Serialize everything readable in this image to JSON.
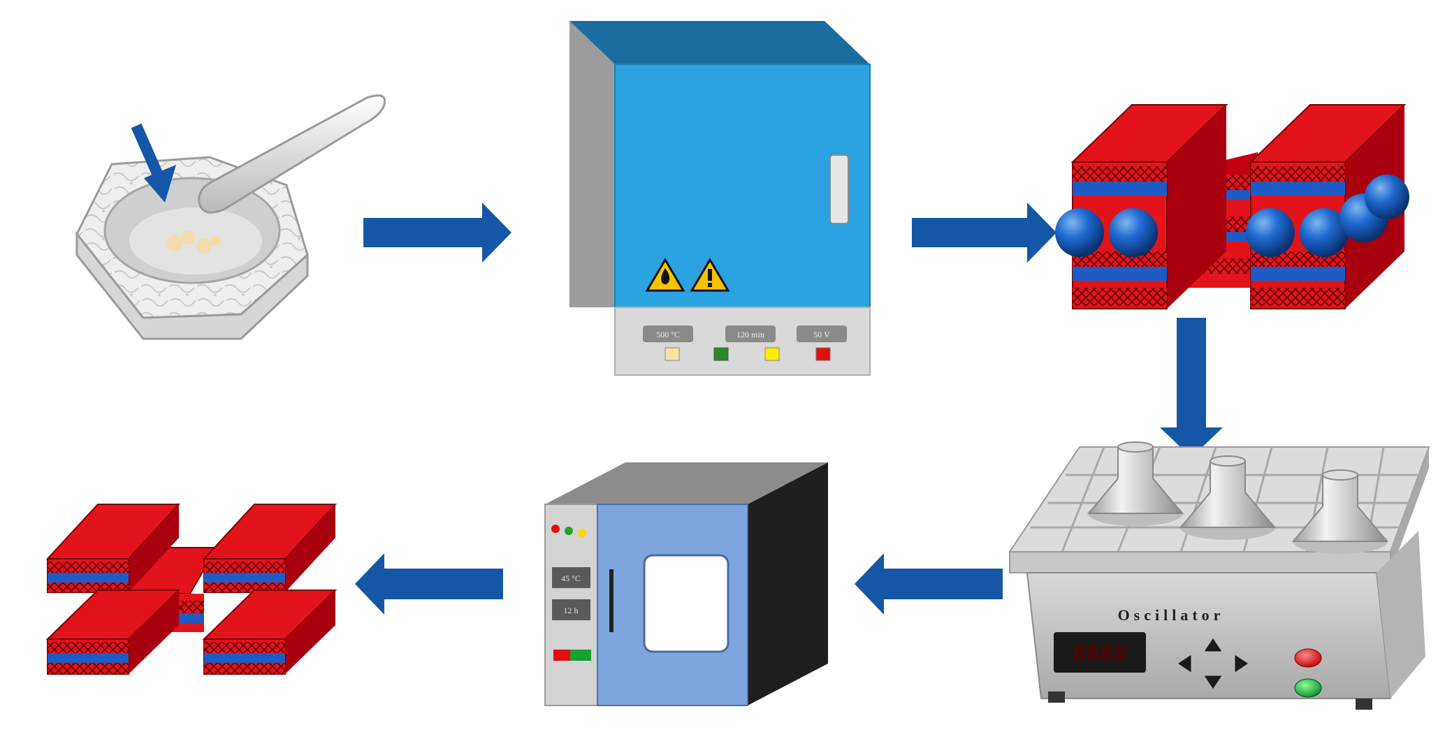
{
  "furnace": {
    "temp_display": "500 °C",
    "time_display": "120 min",
    "voltage_display": "50 V"
  },
  "oven": {
    "temp_display": "45 °C",
    "time_display": "12 h"
  },
  "oscillator": {
    "label": "Oscillator",
    "display_value": "8888"
  },
  "colors": {
    "arrow": "#1557a6",
    "layer_red": "#e3131b",
    "layer_blue": "#1f5bc4",
    "furnace_body": "#2aa3e0",
    "oven_door": "#7da6df"
  },
  "icons": [
    "mortar-and-pestle-icon",
    "flame-warning-icon",
    "exclamation-warning-icon",
    "ion-sphere-icon",
    "flask-icon"
  ]
}
